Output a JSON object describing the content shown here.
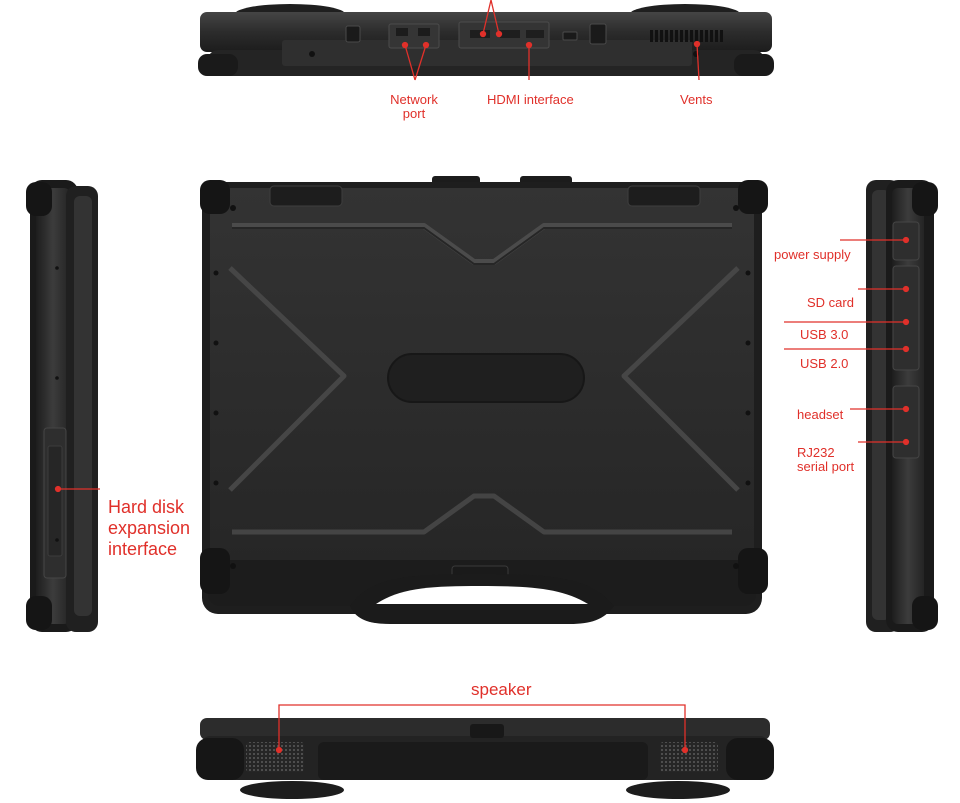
{
  "labels": {
    "network_port": [
      "Network",
      "port"
    ],
    "hdmi_interface": "HDMI interface",
    "vents": "Vents",
    "power_supply": "power supply",
    "sd_card": "SD card",
    "usb_3": "USB 3.0",
    "usb_2": "USB 2.0",
    "headset": "headset",
    "rj232": [
      "RJ232",
      "serial port"
    ],
    "hard_disk": [
      "Hard disk",
      "expansion",
      "interface"
    ],
    "speaker": "speaker"
  },
  "colors": {
    "annotation": "#e0302a",
    "body_dark": "#2b2b2b",
    "body_mid": "#3a3a3a",
    "rubber": "#1e1e1e",
    "highlight": "#555555"
  }
}
